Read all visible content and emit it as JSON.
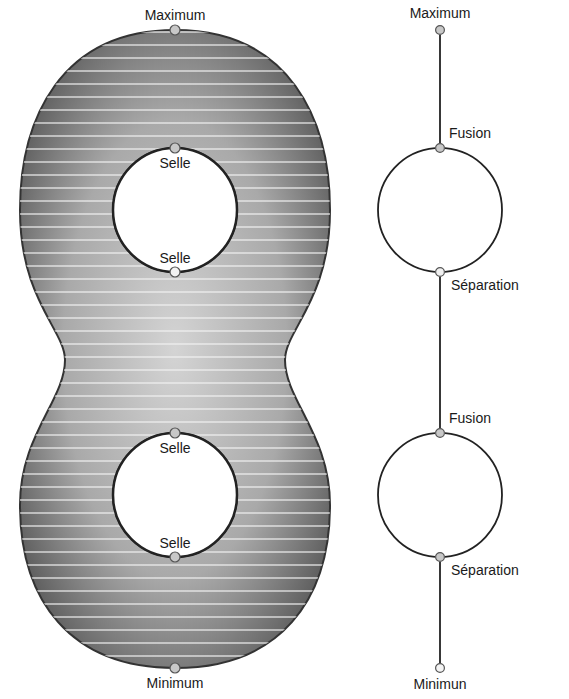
{
  "diagram": {
    "nodes": [
      {
        "text": [
          "Maximum"
        ]
      },
      {
        "text": [
          "Fusion"
        ]
      },
      {
        "text": [
          "Séparation"
        ]
      },
      {
        "text": [
          "Fusion"
        ]
      },
      {
        "text": [
          "Séparation"
        ]
      },
      {
        "text": [
          "Minimun"
        ]
      }
    ],
    "edges": [
      {
        "from": 0,
        "to": 1,
        "arrow": "none"
      },
      {
        "from": 1,
        "to": 2,
        "arrow": "none"
      },
      {
        "from": 1,
        "to": 2,
        "arrow": "none"
      },
      {
        "from": 2,
        "to": 3,
        "arrow": "none"
      },
      {
        "from": 3,
        "to": 4,
        "arrow": "none"
      },
      {
        "from": 3,
        "to": 4,
        "arrow": "none"
      },
      {
        "from": 4,
        "to": 5,
        "arrow": "none"
      }
    ],
    "labels": [
      "Maximum",
      "Selle",
      "Selle",
      "Selle",
      "Selle",
      "Minimum"
    ]
  }
}
